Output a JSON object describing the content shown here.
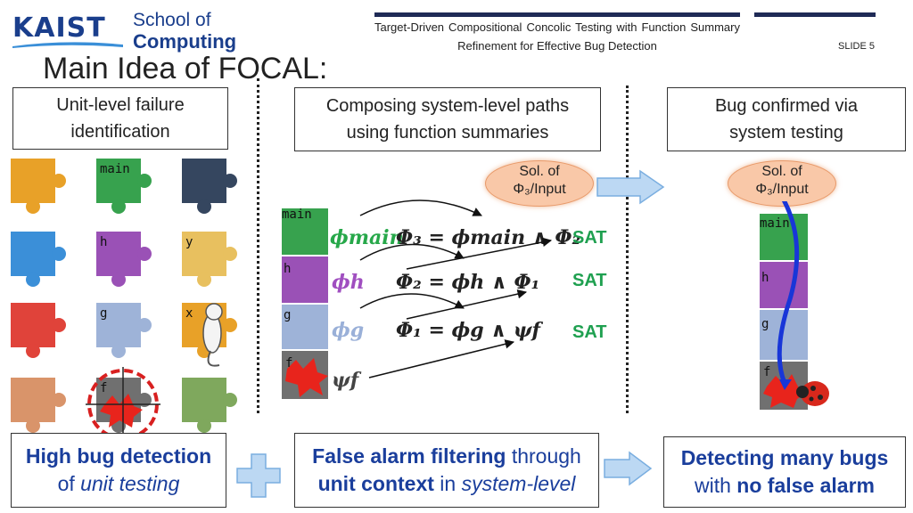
{
  "header": {
    "logo_kaist": "KAIST",
    "logo_school": "School of",
    "logo_computing": "Computing",
    "deck_title": "Target-Driven Compositional Concolic Testing with Function Summary Refinement for Effective Bug Detection",
    "slide_number": "SLIDE 5"
  },
  "title": "Main Idea of FOCAL:",
  "panels": {
    "left": "Unit-level failure identification",
    "middle": "Composing system-level paths using function summaries",
    "right": "Bug confirmed via system testing"
  },
  "ovals": {
    "middle": {
      "line1": "Sol. of",
      "line2": "Φ₃/Input"
    },
    "right": {
      "line1": "Sol. of",
      "line2": "Φ₃/Input"
    }
  },
  "pieces": {
    "grid": [
      {
        "label": "",
        "color": "#e8a128"
      },
      {
        "label": "main",
        "color": "#37a24e"
      },
      {
        "label": "",
        "color": "#35465f"
      },
      {
        "label": "",
        "color": "#3b8fd8"
      },
      {
        "label": "h",
        "color": "#9a51b6"
      },
      {
        "label": "y",
        "color": "#e8c05f"
      },
      {
        "label": "",
        "color": "#e0433a"
      },
      {
        "label": "g",
        "color": "#9eb3d8"
      },
      {
        "label": "x",
        "color": "#e8a128"
      },
      {
        "label": "",
        "color": "#d9946a"
      },
      {
        "label": "f",
        "color": "#707070"
      },
      {
        "label": "",
        "color": "#7fa85d"
      }
    ],
    "stack_labels": [
      "main",
      "h",
      "g",
      "f"
    ]
  },
  "equations": {
    "phi_main": "ϕmain",
    "phi_h": "ϕh",
    "phi_g": "ϕg",
    "psi_f": "ψf",
    "eq3": "Φ₃ = ϕmain ∧ Φ₂",
    "eq2": "Φ₂ = ϕh ∧ Φ₁",
    "eq1": "Φ₁ = ϕg ∧ ψf",
    "sat": "SAT"
  },
  "bottom": {
    "left": {
      "line1_bold": "High bug detection",
      "line2_pre": "of ",
      "line2_italic": "unit testing"
    },
    "middle": {
      "l1_bold": "False alarm filtering",
      "l1_rest": " through",
      "l2_bold": "unit context",
      "l2_mid": " in ",
      "l2_italic": "system-level"
    },
    "right": {
      "line1": "Detecting many bugs",
      "line2_pre": "with ",
      "line2_bold": "no false alarm"
    }
  },
  "colors": {
    "accent_blue": "#1a3e9c",
    "sat_green": "#1fa050",
    "phi_main_green": "#27a84a",
    "phi_h_purple": "#a04fc0",
    "phi_g_blue": "#9ab0d8",
    "bug_red": "#e8241c"
  }
}
